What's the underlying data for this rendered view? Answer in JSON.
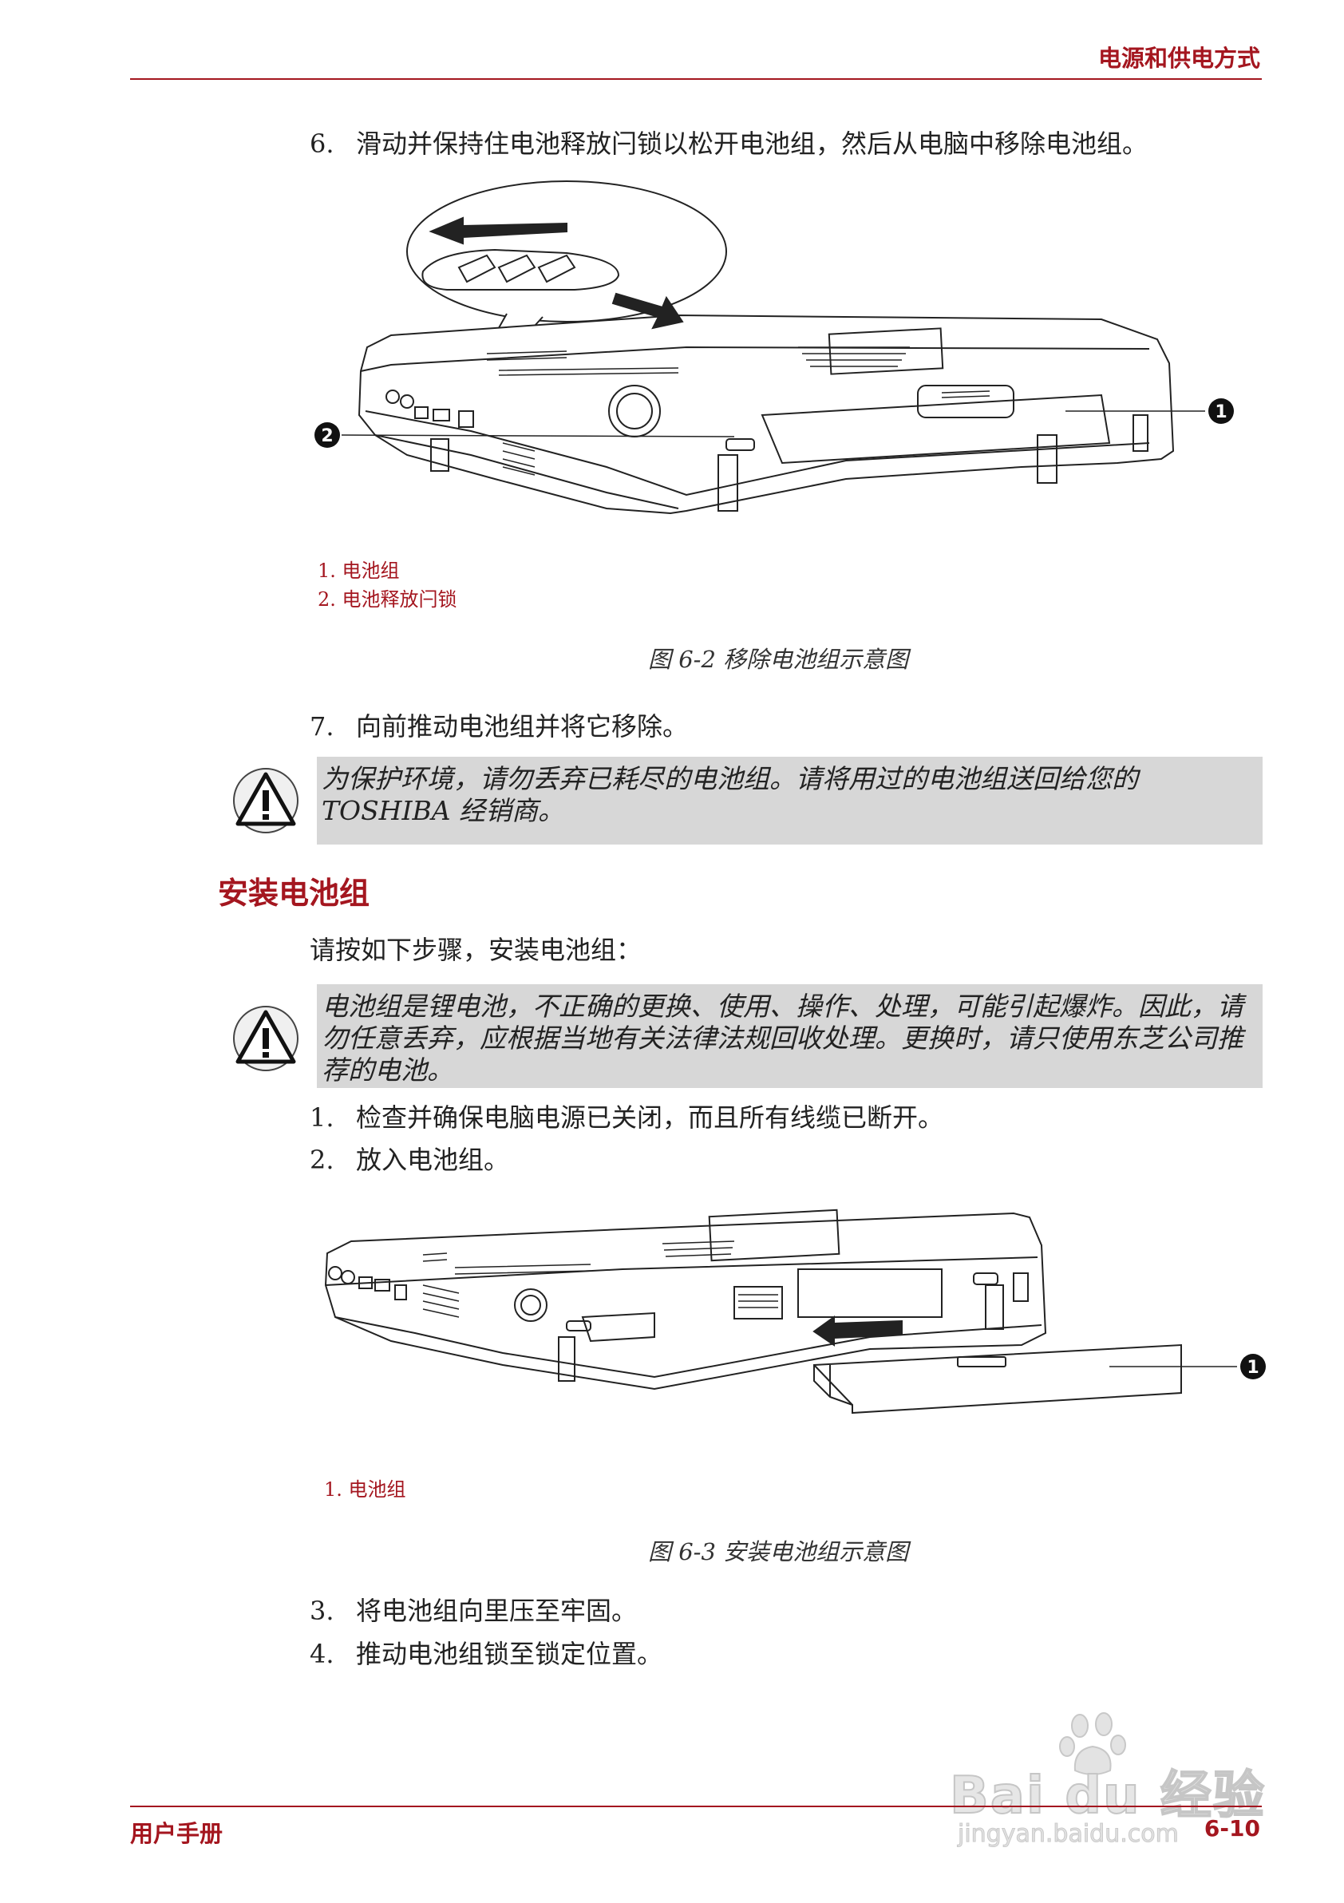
{
  "header": {
    "chapter_title": "电源和供电方式"
  },
  "steps_top": [
    {
      "num": "6.",
      "text": "滑动并保持住电池释放闩锁以松开电池组，然后从电脑中移除电池组。"
    }
  ],
  "figure1": {
    "callouts": [
      "1",
      "2"
    ],
    "legend": [
      "1. 电池组",
      "2. 电池释放闩锁"
    ],
    "caption": "图 6-2 移除电池组示意图"
  },
  "step7": {
    "num": "7.",
    "text": "向前推动电池组并将它移除。"
  },
  "warning1": {
    "text": "为保护环境，请勿丢弃已耗尽的电池组。请将用过的电池组送回给您的 TOSHIBA 经销商。",
    "icon": "warning-triangle-icon"
  },
  "section": {
    "title": "安装电池组",
    "intro": "请按如下步骤，安装电池组："
  },
  "warning2": {
    "text": "电池组是锂电池，不正确的更换、使用、操作、处理，可能引起爆炸。因此，请勿任意丢弃，应根据当地有关法律法规回收处理。更换时，请只使用东芝公司推荐的电池。",
    "icon": "warning-triangle-icon"
  },
  "steps_mid": [
    {
      "num": "1.",
      "text": "检查并确保电脑电源已关闭，而且所有线缆已断开。"
    },
    {
      "num": "2.",
      "text": "放入电池组。"
    }
  ],
  "figure2": {
    "callouts": [
      "1"
    ],
    "legend": [
      "1. 电池组"
    ],
    "caption": "图 6-3 安装电池组示意图"
  },
  "steps_bottom": [
    {
      "num": "3.",
      "text": "将电池组向里压至牢固。"
    },
    {
      "num": "4.",
      "text": "推动电池组锁至锁定位置。"
    }
  ],
  "footer": {
    "left": "用户手册",
    "right": "6-10"
  },
  "watermark": {
    "brand": "Bai du 经验",
    "url": "jingyan.baidu.com"
  },
  "colors": {
    "accent": "#a4161f",
    "warn_bg": "#d7d7d7"
  }
}
